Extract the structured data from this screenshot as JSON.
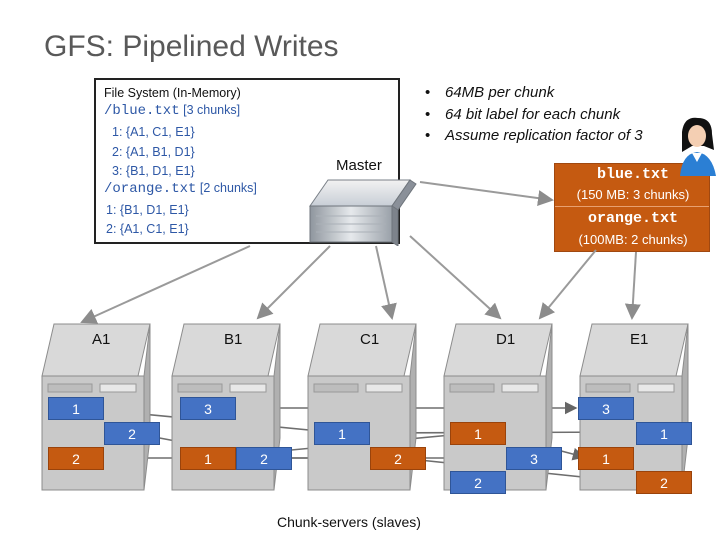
{
  "title": "GFS: Pipelined Writes",
  "file_system": {
    "header": "File System (In-Memory)",
    "files": [
      {
        "name": "/blue.txt",
        "chunk_note": "[3 chunks]",
        "chunks": [
          "1: {A1, C1, E1}",
          "2: {A1, B1, D1}",
          "3: {B1, D1, E1}"
        ]
      },
      {
        "name": "/orange.txt",
        "chunk_note": "[2 chunks]",
        "chunks": [
          "1: {B1, D1, E1}",
          "2: {A1, C1, E1}"
        ]
      }
    ]
  },
  "master": {
    "label": "Master"
  },
  "notes": [
    "64MB per chunk",
    "64 bit label for each chunk",
    "Assume replication factor of 3"
  ],
  "client": {
    "file1": "blue.txt",
    "file1_size": "(150 MB: 3 chunks)",
    "file2": "orange.txt",
    "file2_size": "(100MB: 2 chunks)"
  },
  "servers": [
    {
      "name": "A1",
      "chunks": [
        {
          "label": "1",
          "color": "blue"
        },
        {
          "label": "2",
          "color": "blue"
        },
        {
          "label": "2",
          "color": "orange"
        }
      ]
    },
    {
      "name": "B1",
      "chunks": [
        {
          "label": "3",
          "color": "blue"
        },
        {
          "label": "2",
          "color": "blue"
        },
        {
          "label": "1",
          "color": "orange"
        }
      ]
    },
    {
      "name": "C1",
      "chunks": [
        {
          "label": "1",
          "color": "blue"
        },
        {
          "label": "2",
          "color": "orange"
        }
      ]
    },
    {
      "name": "D1",
      "chunks": [
        {
          "label": "3",
          "color": "blue"
        },
        {
          "label": "1",
          "color": "orange"
        },
        {
          "label": "2",
          "color": "blue"
        }
      ]
    },
    {
      "name": "E1",
      "chunks": [
        {
          "label": "3",
          "color": "blue"
        },
        {
          "label": "1",
          "color": "blue"
        },
        {
          "label": "1",
          "color": "orange"
        },
        {
          "label": "2",
          "color": "orange"
        }
      ]
    }
  ],
  "servers_caption": "Chunk-servers (slaves)",
  "colors": {
    "blue": "#4472c4",
    "orange": "#c55a11",
    "server": "#c9c9c9"
  }
}
